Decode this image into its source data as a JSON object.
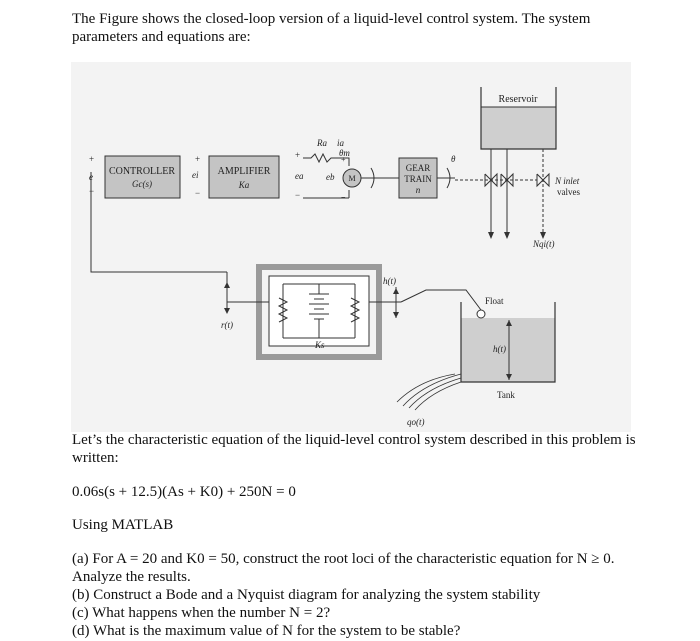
{
  "intro": "The Figure shows the closed-loop version of a liquid-level control system. The system parameters and equations are:",
  "figure": {
    "reservoir": "Reservoir",
    "controller": "CONTROLLER",
    "controller_tf": "Gc(s)",
    "amplifier": "AMPLIFIER",
    "amplifier_gain": "Ka",
    "gear_train": "GEAR",
    "gear_train2": "TRAIN",
    "gear_n": "n",
    "motor": "M",
    "ra": "Ra",
    "ia": "ia",
    "theta_m": "θm",
    "theta": "θ",
    "ea": "ea",
    "eb": "eb",
    "e": "e",
    "ei": "ei",
    "plus": "+",
    "minus": "−",
    "inlet1": "N inlet",
    "inlet2": "valves",
    "ni": "Nqi(t)",
    "ht": "h(t)",
    "float": "Float",
    "ht_tank": "h(t)",
    "tank": "Tank",
    "rt": "r(t)",
    "ks": "Ks",
    "qo": "qo(t)"
  },
  "para1": "Let’s the characteristic equation of the liquid-level control system described in this problem is written:",
  "equation": "0.06s(s + 12.5)(As + K0) + 250N = 0",
  "using": "Using MATLAB",
  "questions": [
    "(a) For A = 20 and K0 = 50, construct the root loci of the characteristic equation for N ≥ 0. Analyze the results.",
    "(b) Construct a Bode and a Nyquist diagram for analyzing the system stability",
    "(c)  What happens when the number N = 2?",
    "(d) What is the maximum value of N for the system to be stable?"
  ]
}
